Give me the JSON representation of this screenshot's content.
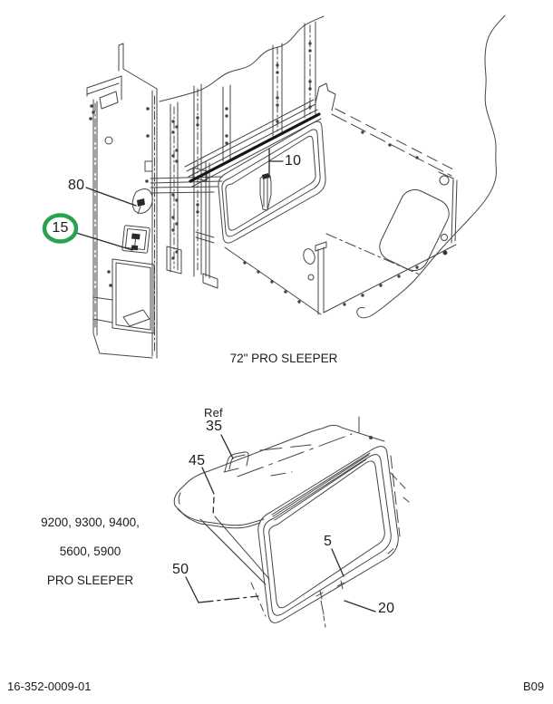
{
  "page": {
    "background": "#ffffff",
    "line_color": "#454545",
    "dark_line_color": "#161616",
    "highlight_color": "#28a24e"
  },
  "footer": {
    "document_number": "16-352-0009-01",
    "page_code": "B09"
  },
  "figure_top": {
    "caption": "72\" PRO SLEEPER",
    "callouts": {
      "c80": {
        "label": "80"
      },
      "c15": {
        "label": "15",
        "highlighted": true
      },
      "c10": {
        "label": "10"
      }
    }
  },
  "figure_bottom": {
    "caption_line1": "9200, 9300, 9400,",
    "caption_line2": "5600, 5900",
    "caption_line3": "PRO SLEEPER",
    "callouts": {
      "c35": {
        "prefix": "Ref",
        "label": "35"
      },
      "c45": {
        "label": "45"
      },
      "c5": {
        "label": "5"
      },
      "c50": {
        "label": "50"
      },
      "c20": {
        "label": "20"
      }
    }
  }
}
